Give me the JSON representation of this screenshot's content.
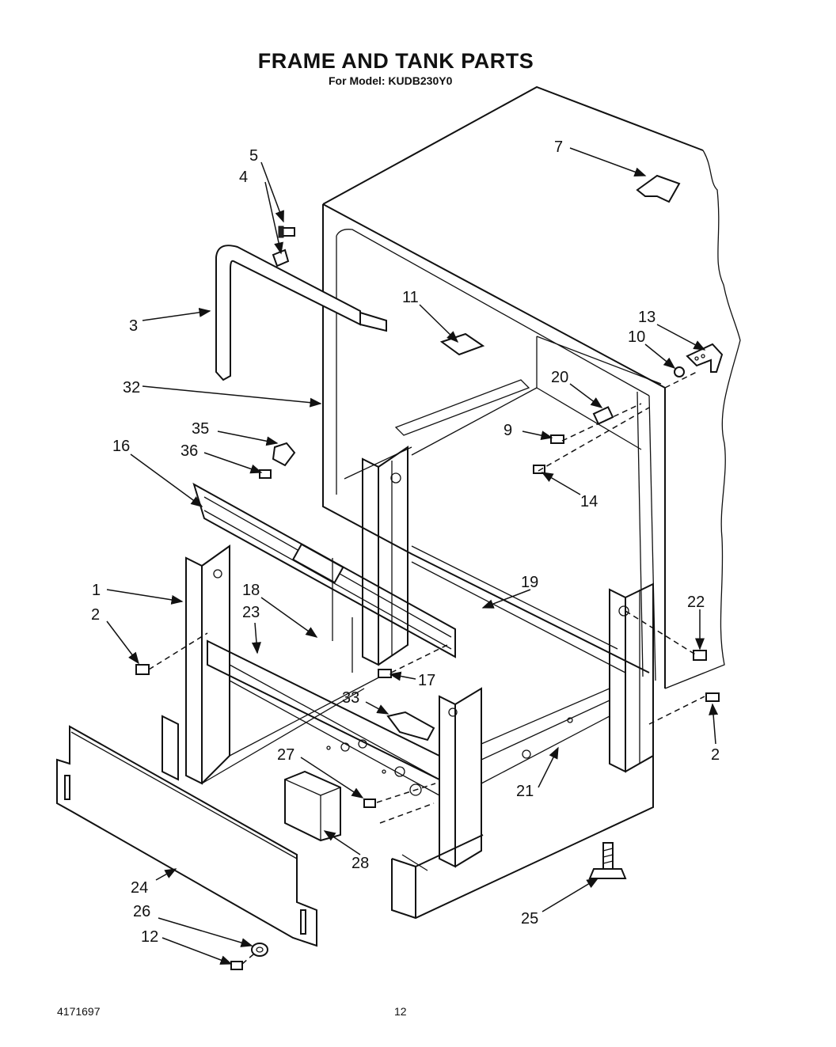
{
  "title": "FRAME AND TANK PARTS",
  "subtitle": "For Model: KUDB230Y0",
  "callouts": {
    "p1": "1",
    "p2a": "2",
    "p2b": "2",
    "p3": "3",
    "p4": "4",
    "p5": "5",
    "p7": "7",
    "p9": "9",
    "p10": "10",
    "p11": "11",
    "p12": "12",
    "p13": "13",
    "p14": "14",
    "p16": "16",
    "p17": "17",
    "p18": "18",
    "p19": "19",
    "p20": "20",
    "p21": "21",
    "p22": "22",
    "p23": "23",
    "p24": "24",
    "p25": "25",
    "p26": "26",
    "p27": "27",
    "p28": "28",
    "p32": "32",
    "p33": "33",
    "p35": "35",
    "p36": "36"
  },
  "footer": {
    "doc_number": "4171697",
    "page_number": "12"
  }
}
